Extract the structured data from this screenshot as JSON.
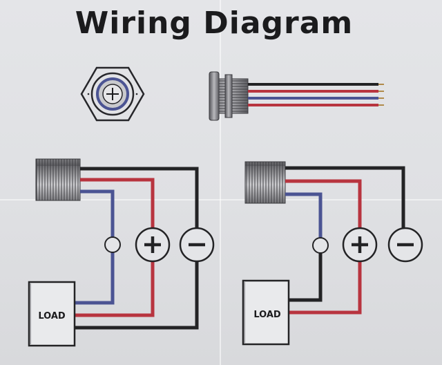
{
  "title": "Wiring Diagram",
  "diagrams": [
    {
      "load_label": "LOAD",
      "wires": [
        "black",
        "red",
        "blue"
      ]
    },
    {
      "load_label": "LOAD",
      "wires": [
        "black",
        "red",
        "blue"
      ]
    }
  ],
  "terminals": [
    "neutral",
    "positive",
    "negative"
  ],
  "colors": {
    "black_wire": "#232325",
    "red_wire": "#b8343f",
    "blue_wire": "#4b5493",
    "background": "#e0e1e4"
  }
}
